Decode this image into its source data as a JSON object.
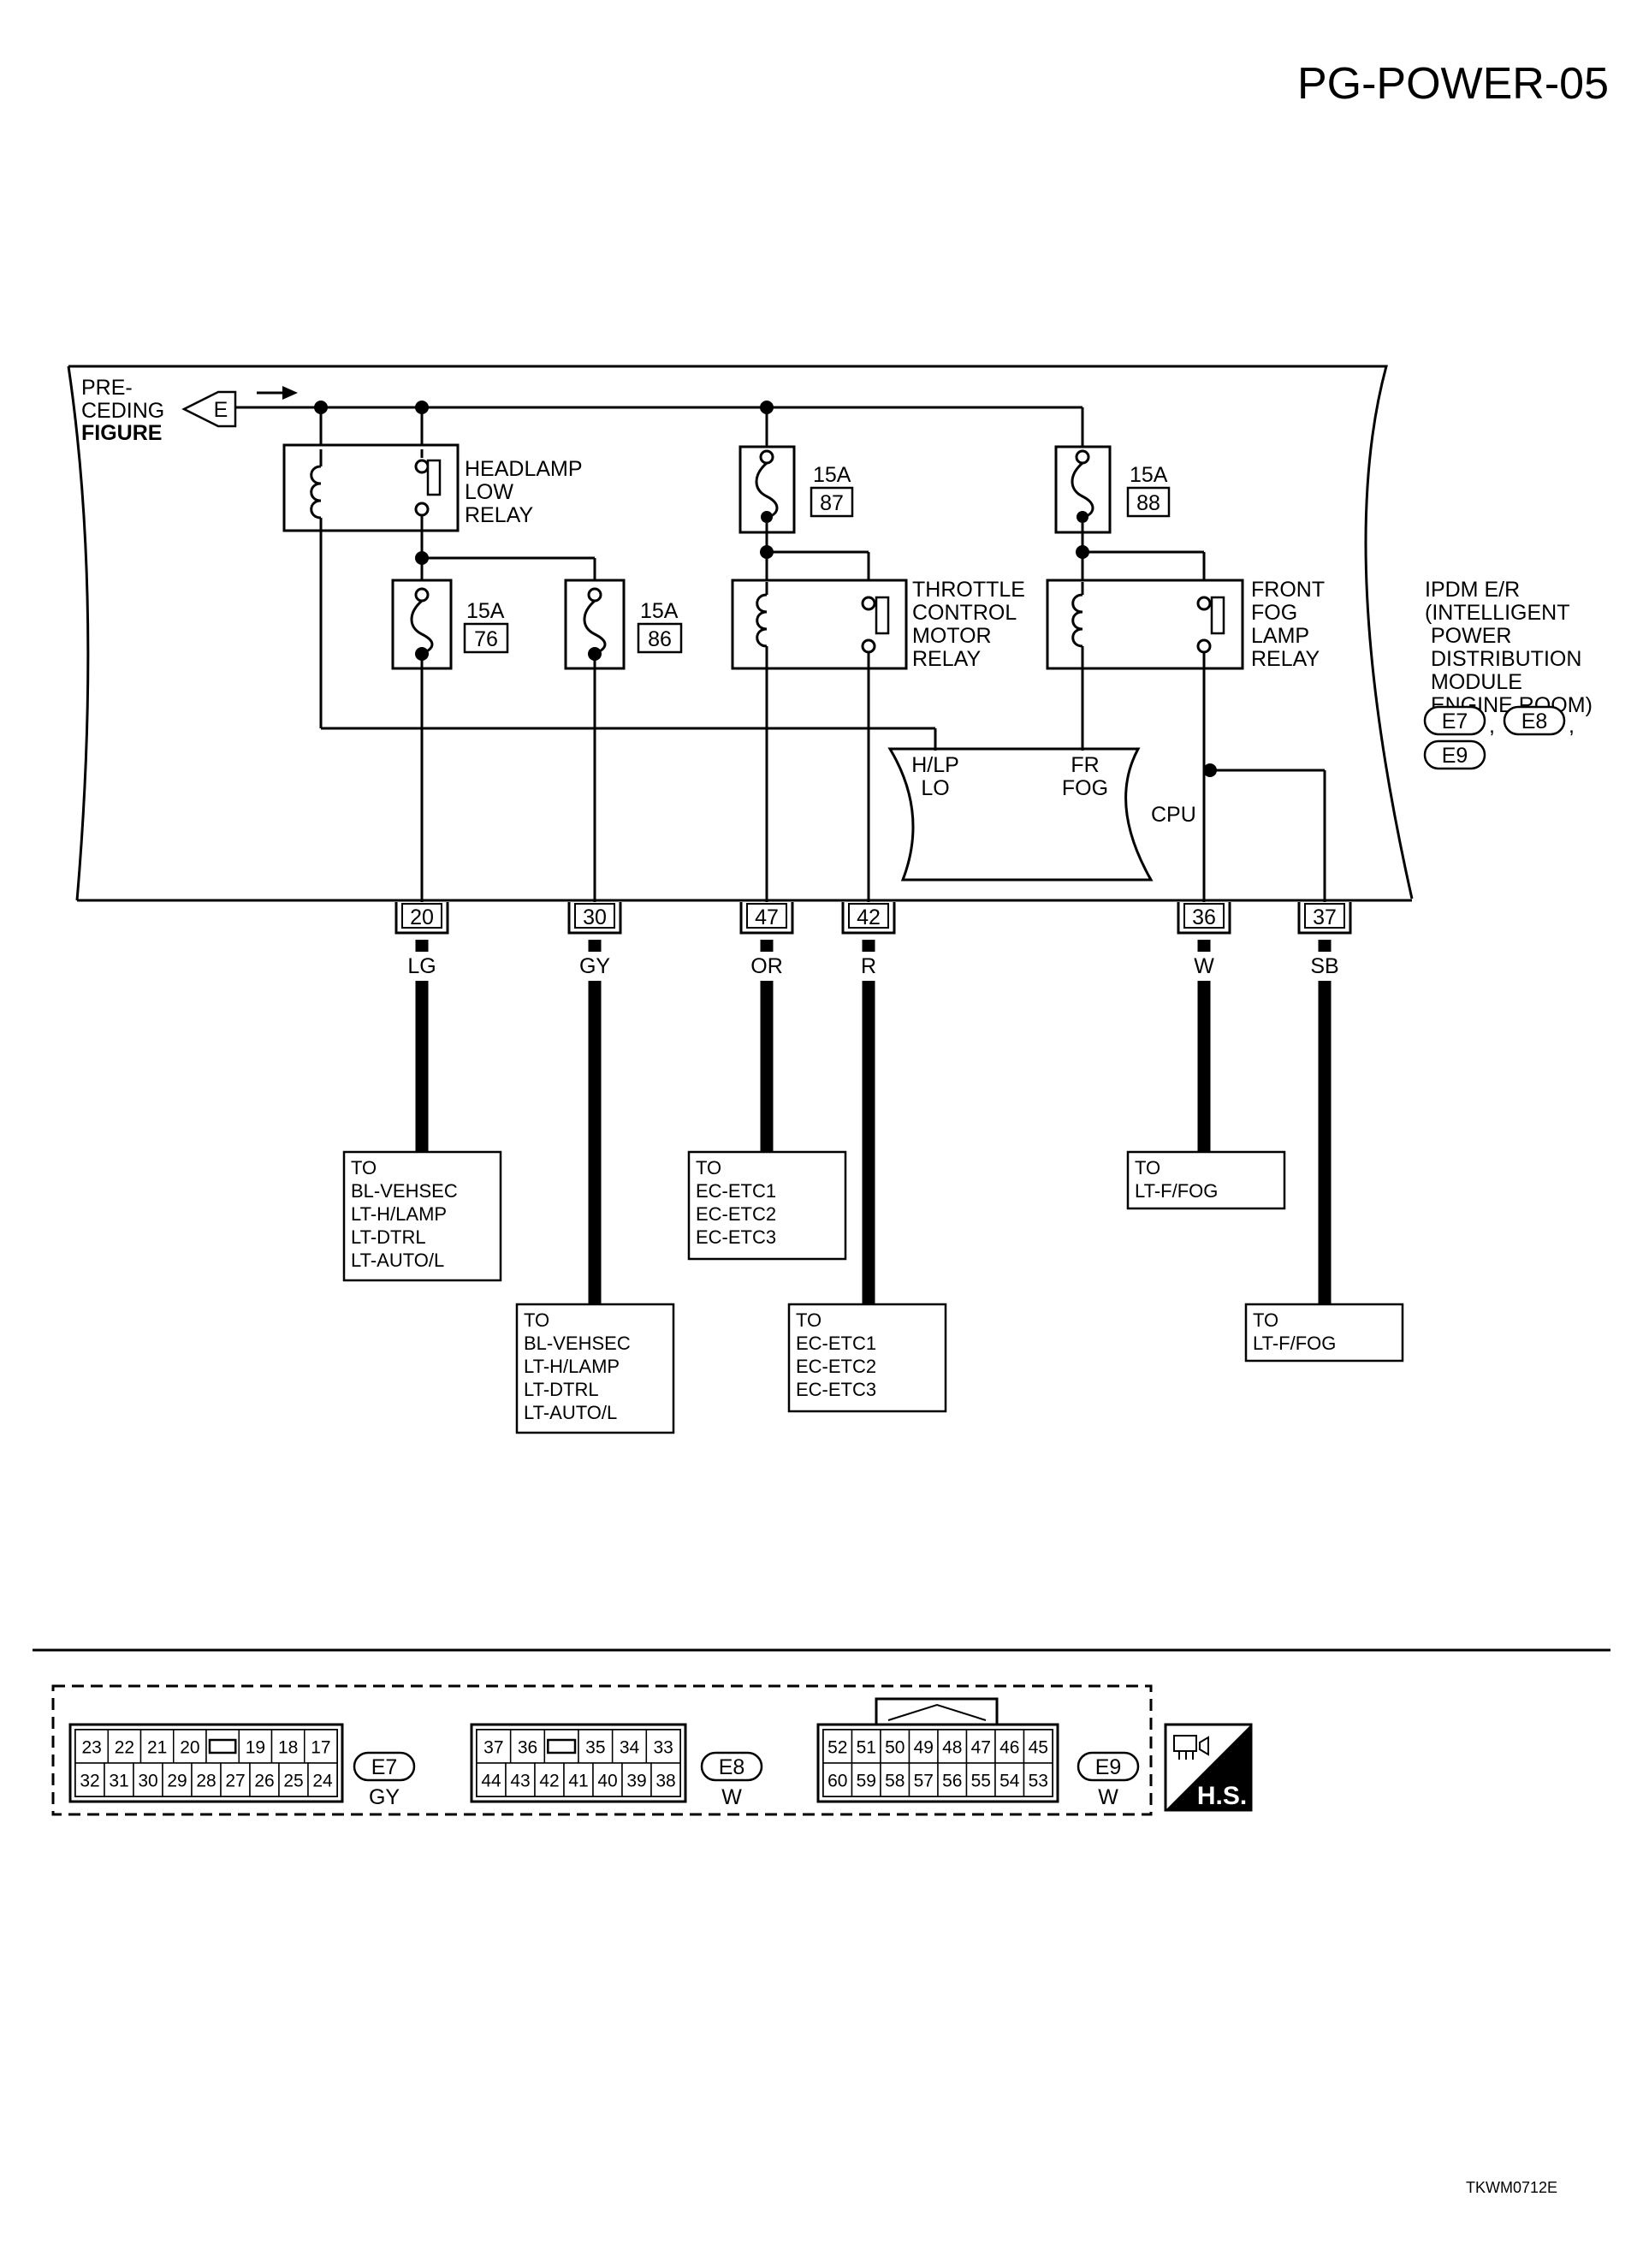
{
  "page_title": "PG-POWER-05",
  "footer_code": "TKWM0712E",
  "preceding": {
    "lines": [
      "PRE-",
      "CEDING",
      "FIGURE"
    ],
    "connector_letter": "E"
  },
  "relays": {
    "headlamp_low": [
      "HEADLAMP",
      "LOW",
      "RELAY"
    ],
    "throttle_control": [
      "THROTTLE",
      "CONTROL",
      "MOTOR",
      "RELAY"
    ],
    "front_fog": [
      "FRONT",
      "FOG",
      "LAMP",
      "RELAY"
    ]
  },
  "fuses": [
    {
      "rating": "15A",
      "number": "87"
    },
    {
      "rating": "15A",
      "number": "88"
    },
    {
      "rating": "15A",
      "number": "76"
    },
    {
      "rating": "15A",
      "number": "86"
    }
  ],
  "ipdm": {
    "lines": [
      "IPDM E/R",
      "(INTELLIGENT",
      "POWER",
      "DISTRIBUTION",
      "MODULE",
      "ENGINE ROOM)"
    ],
    "connectors": [
      "E7",
      "E8",
      "E9"
    ]
  },
  "cpu": {
    "label": "CPU",
    "hlp_lo": [
      "H/LP",
      "LO"
    ],
    "fr_fog": [
      "FR",
      "FOG"
    ]
  },
  "terminals": [
    {
      "pin": "20",
      "wire": "LG"
    },
    {
      "pin": "30",
      "wire": "GY"
    },
    {
      "pin": "47",
      "wire": "OR"
    },
    {
      "pin": "42",
      "wire": "R"
    },
    {
      "pin": "36",
      "wire": "W"
    },
    {
      "pin": "37",
      "wire": "SB"
    }
  ],
  "destinations": [
    [
      "TO",
      "BL-VEHSEC",
      "LT-H/LAMP",
      "LT-DTRL",
      "LT-AUTO/L"
    ],
    [
      "TO",
      "BL-VEHSEC",
      "LT-H/LAMP",
      "LT-DTRL",
      "LT-AUTO/L"
    ],
    [
      "TO",
      "EC-ETC1",
      "EC-ETC2",
      "EC-ETC3"
    ],
    [
      "TO",
      "EC-ETC1",
      "EC-ETC2",
      "EC-ETC3"
    ],
    [
      "TO",
      "LT-F/FOG"
    ],
    [
      "TO",
      "LT-F/FOG"
    ]
  ],
  "connector_views": [
    {
      "id": "E7",
      "color": "GY",
      "row1": [
        "23",
        "22",
        "21",
        "20",
        "",
        "19",
        "18",
        "17"
      ],
      "row2": [
        "32",
        "31",
        "30",
        "29",
        "28",
        "27",
        "26",
        "25",
        "24"
      ]
    },
    {
      "id": "E8",
      "color": "W",
      "row1": [
        "37",
        "36",
        "",
        "35",
        "34",
        "33"
      ],
      "row2": [
        "44",
        "43",
        "42",
        "41",
        "40",
        "39",
        "38"
      ]
    },
    {
      "id": "E9",
      "color": "W",
      "row1": [
        "52",
        "51",
        "50",
        "49",
        "48",
        "47",
        "46",
        "45"
      ],
      "row2": [
        "60",
        "59",
        "58",
        "57",
        "56",
        "55",
        "54",
        "53"
      ]
    }
  ],
  "hs_badge": "H.S."
}
